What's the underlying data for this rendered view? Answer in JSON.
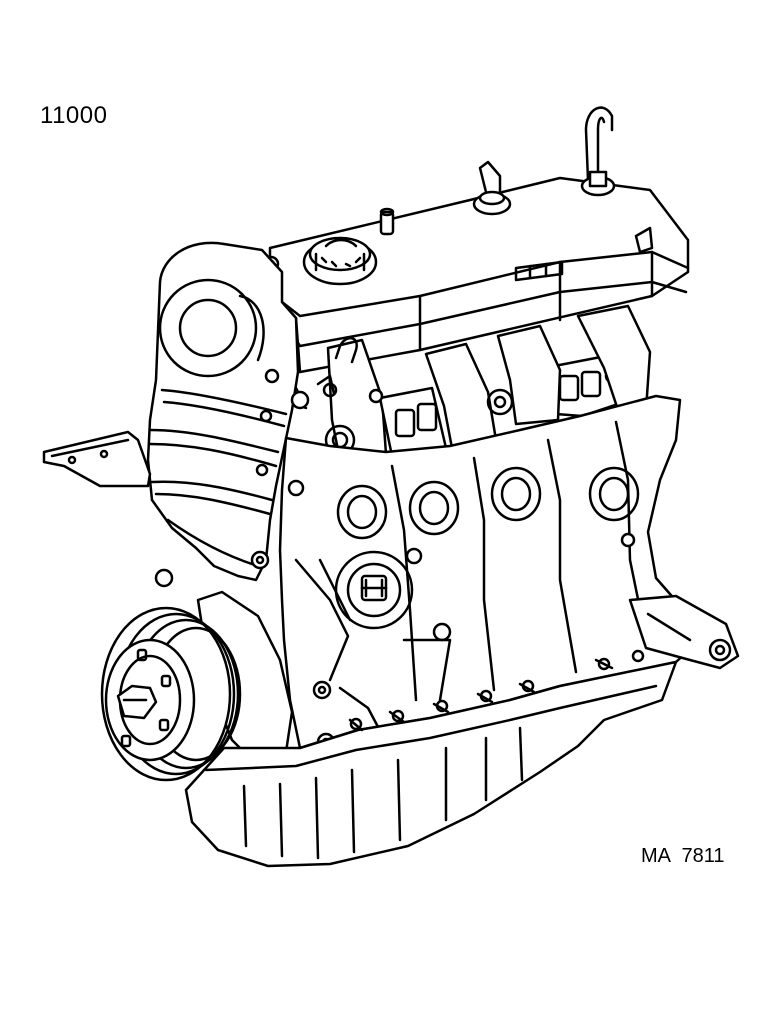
{
  "diagram": {
    "part_number": "11000",
    "illustration_code": "MA 7811"
  },
  "colors": {
    "ink": "#000000",
    "paper": "#ffffff"
  },
  "icons": {
    "drawing": "engine-assembly-illustration"
  }
}
